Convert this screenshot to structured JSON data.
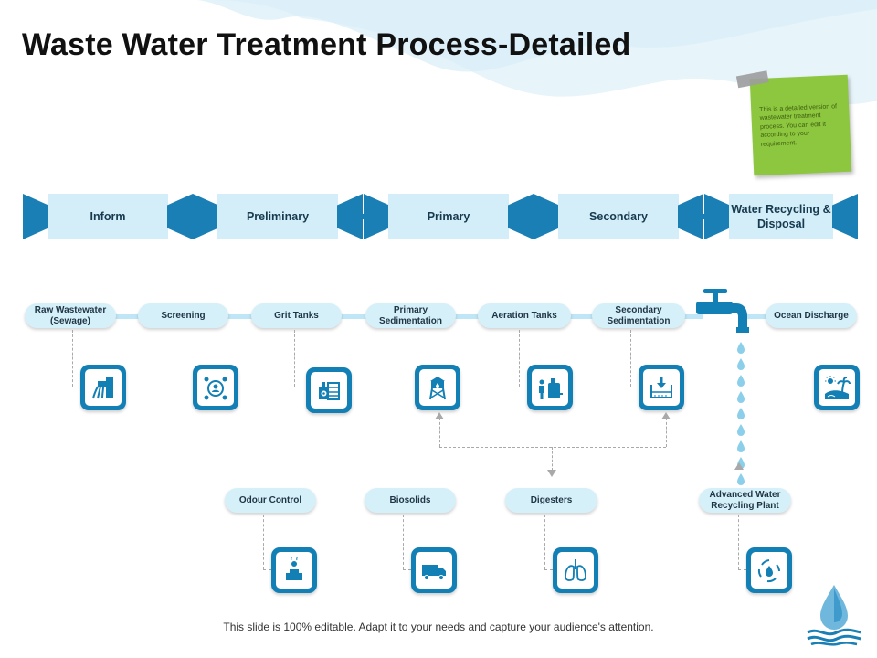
{
  "title": "Waste Water Treatment Process-Detailed",
  "note": "This is a detailed version of wastewater treatment process. You can edit it according to your requirement.",
  "stages": [
    {
      "label": "Inform"
    },
    {
      "label": "Preliminary"
    },
    {
      "label": "Primary"
    },
    {
      "label": "Secondary"
    },
    {
      "label": "Water Recycling & Disposal"
    }
  ],
  "steps": [
    {
      "label": "Raw Wastewater (Sewage)",
      "icon": "sewage-outlet-icon"
    },
    {
      "label": "Screening",
      "icon": "screening-people-icon"
    },
    {
      "label": "Grit Tanks",
      "icon": "grit-tank-icon"
    },
    {
      "label": "Primary Sedimentation",
      "icon": "water-tower-icon"
    },
    {
      "label": "Aeration Tanks",
      "icon": "aeration-tank-icon"
    },
    {
      "label": "Secondary Sedimentation",
      "icon": "sedimentation-tank-icon"
    },
    {
      "label": "Ocean Discharge",
      "icon": "beach-icon"
    }
  ],
  "byproducts": [
    {
      "label": "Odour Control",
      "icon": "odour-control-icon"
    },
    {
      "label": "Biosolids",
      "icon": "delivery-truck-icon"
    },
    {
      "label": "Digesters",
      "icon": "lungs-icon"
    },
    {
      "label": "Advanced Water Recycling Plant",
      "icon": "water-recycle-icon"
    }
  ],
  "footer": "This slide is 100% editable. Adapt it to your needs and capture your audience's attention.",
  "colors": {
    "accent": "#1a7fb4",
    "light": "#d6f0fa",
    "note": "#8dc63f"
  }
}
